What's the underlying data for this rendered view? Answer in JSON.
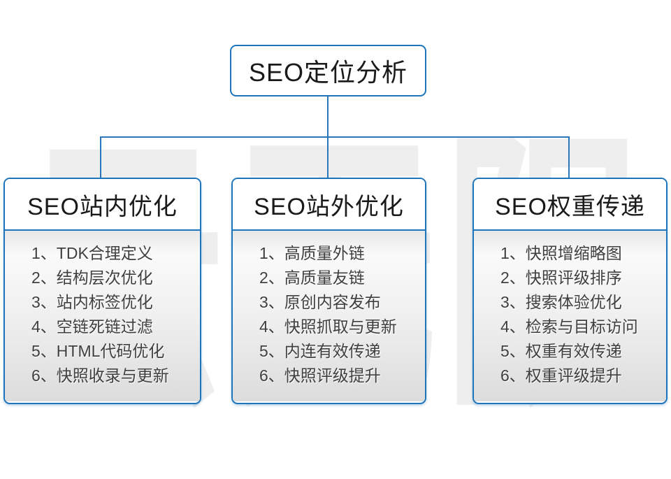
{
  "diagram": {
    "root": {
      "label": "SEO定位分析"
    },
    "branches": [
      {
        "label": "SEO站内优化",
        "items": [
          "1、TDK合理定义",
          "2、结构层次优化",
          "3、站内标签优化",
          "4、空链死链过滤",
          "5、HTML代码优化",
          "6、快照收录与更新"
        ]
      },
      {
        "label": "SEO站外优化",
        "items": [
          "1、高质量外链",
          "2、高质量友链",
          "3、原创内容发布",
          "4、快照抓取与更新",
          "5、内连有效传递",
          "6、快照评级提升"
        ]
      },
      {
        "label": "SEO权重传递",
        "items": [
          "1、快照增缩略图",
          "2、快照评级排序",
          "3、搜索体验优化",
          "4、检索与目标访问",
          "5、权重有效传递",
          "6、权重评级提升"
        ]
      }
    ],
    "watermark": "云无限",
    "colors": {
      "accent_border": "#1e75bb",
      "connector": "#2b77bb",
      "title_text": "#1a1a1a",
      "item_text": "#3f3f3f",
      "watermark_gray": "#eeeeee",
      "list_gradient_top": "#e7e7e7",
      "list_gradient_bottom": "#dcdcdc"
    }
  }
}
